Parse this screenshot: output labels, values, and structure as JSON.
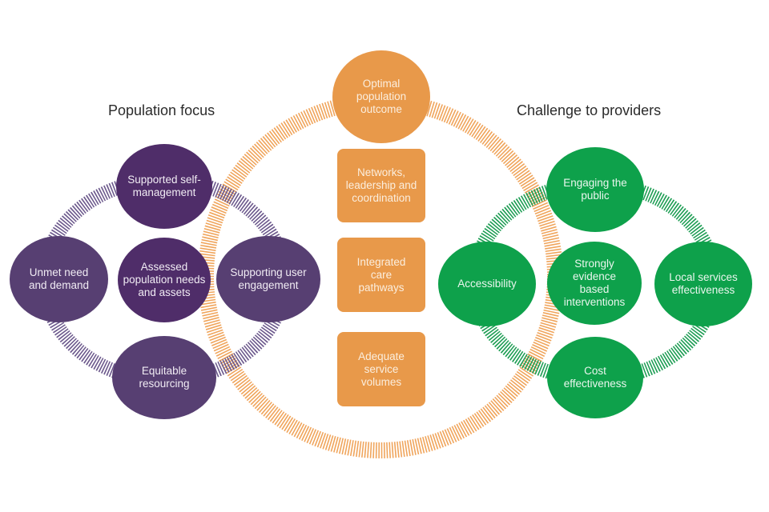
{
  "headings": {
    "left": "Population focus",
    "right": "Challenge to providers"
  },
  "colors": {
    "purple": "#4f2d69",
    "green": "#0ea14b",
    "orange": "#e8994a"
  },
  "center": {
    "top_circle": "Optimal\npopulation\noutcome",
    "boxes": [
      "Networks,\nleadership and\ncoordination",
      "Integrated\ncare\npathways",
      "Adequate\nservice\nvolumes"
    ]
  },
  "left_cluster": {
    "top": "Supported self-\nmanagement",
    "left": "Unmet need\nand demand",
    "center": "Assessed\npopulation needs\nand assets",
    "right": "Supporting user\nengagement",
    "bottom": "Equitable\nresourcing"
  },
  "right_cluster": {
    "top": "Engaging the\npublic",
    "left": "Accessibility",
    "center": "Strongly\nevidence\nbased\ninterventions",
    "right": "Local services\neffectiveness",
    "bottom": "Cost\neffectiveness"
  }
}
